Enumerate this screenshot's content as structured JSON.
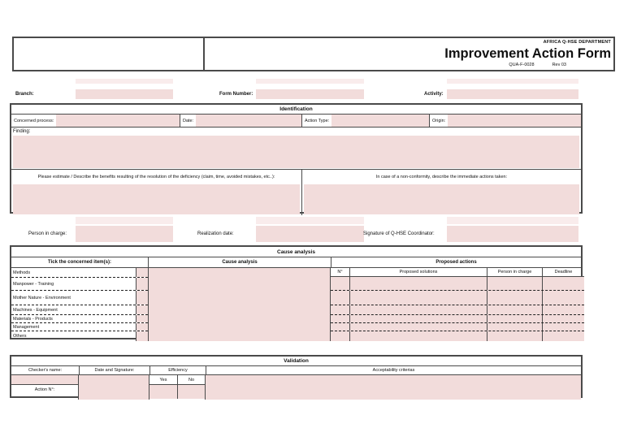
{
  "header": {
    "department": "AFRICA Q-HSE DEPARTMENT",
    "title": "Improvement Action Form",
    "doc_code": "QUA-F-0028",
    "revision": "Rev 03"
  },
  "top_fields": {
    "branch_label": "Branch:",
    "form_number_label": "Form Number:",
    "activity_label": "Activity:"
  },
  "identification": {
    "section_title": "Identification",
    "concerned_process_label": "Concerned process:",
    "date_label": "Date:",
    "action_type_label": "Action Type:",
    "origin_label": "Origin:",
    "finding_label": "Finding:",
    "benefits_label": "Please estimate / Describe the benefits resulting of the resolution of the deficiency (claim, time, avoided mistakes, etc..):",
    "immediate_actions_label": "In case of a non-conformity, describe the immediate actions taken:"
  },
  "follow_up": {
    "person_in_charge_label": "Person in charge:",
    "realization_date_label": "Realization date:",
    "signature_label": "Signature of Q-HSE Coordinator:"
  },
  "cause_analysis": {
    "section_title": "Cause analysis",
    "tick_header": "Tick the concerned item(s):",
    "cause_header": "Cause analysis",
    "actions_header": "Proposed actions",
    "tick_items": [
      "Methods",
      "Manpower - Training",
      "Mother Nature - Environment",
      "Machines - Equipment",
      "Materials - Products",
      "Management",
      "Others"
    ],
    "action_columns": [
      "N°",
      "Proposed solutions",
      "Person in charge",
      "Deadline"
    ]
  },
  "validation": {
    "section_title": "Validation",
    "checker_label": "Checker's name:",
    "date_signature_label": "Date and Signature:",
    "efficiency_label": "Efficiency",
    "yes_label": "Yes",
    "no_label": "No",
    "action_number_label": "Action N°:",
    "acceptability_label": "Acceptability criterias"
  },
  "colors": {
    "field_pink": "#f2dcdb",
    "ghost_pink": "#f9ecec",
    "border_dark": "#4a4a4a"
  }
}
